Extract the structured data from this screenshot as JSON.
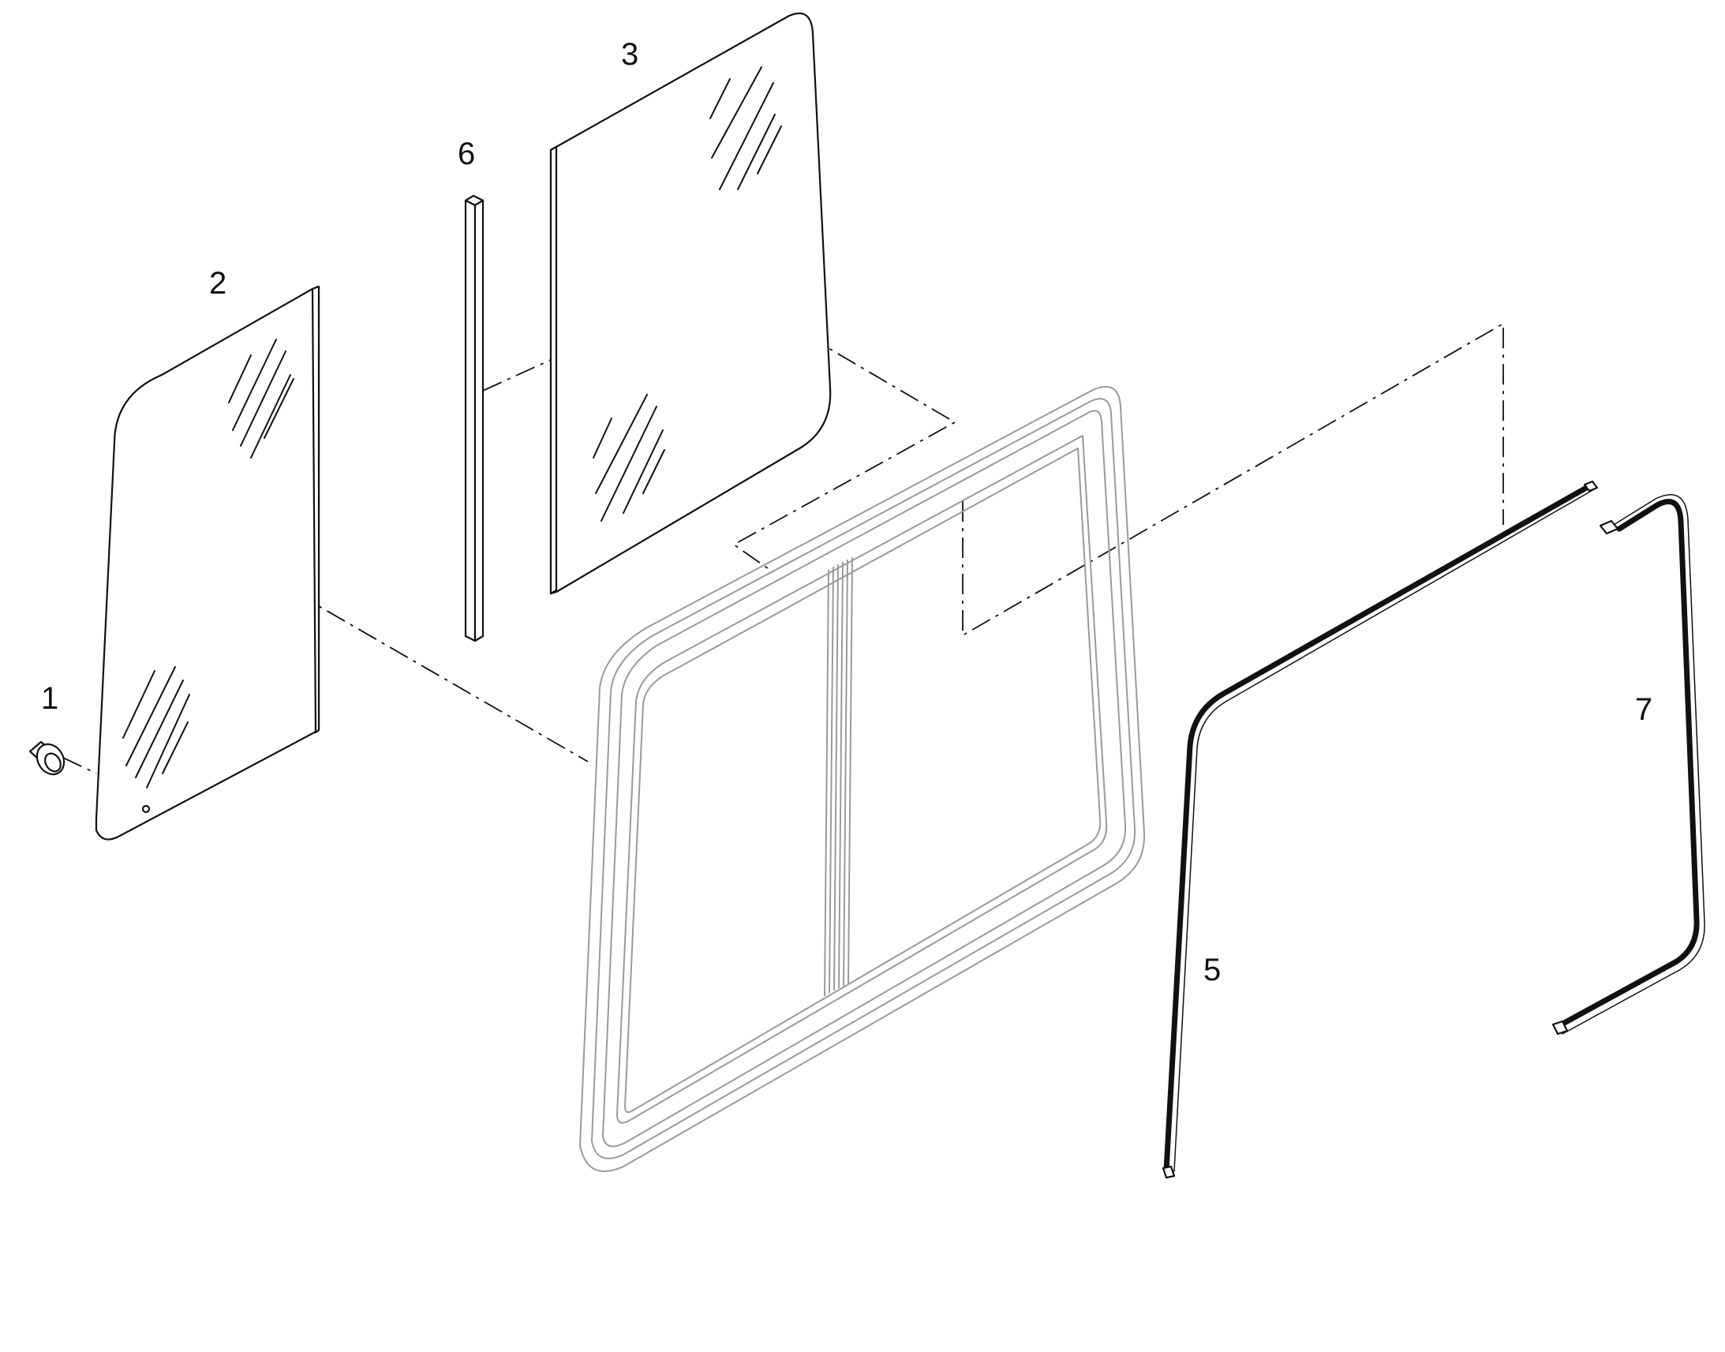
{
  "diagram": {
    "callouts": [
      {
        "id": "1",
        "label": "1"
      },
      {
        "id": "2",
        "label": "2"
      },
      {
        "id": "3",
        "label": "3"
      },
      {
        "id": "5",
        "label": "5"
      },
      {
        "id": "6",
        "label": "6"
      },
      {
        "id": "7",
        "label": "7"
      }
    ],
    "colors": {
      "line": "#111111",
      "frame": "#9a9a9a",
      "background": "#ffffff"
    }
  }
}
